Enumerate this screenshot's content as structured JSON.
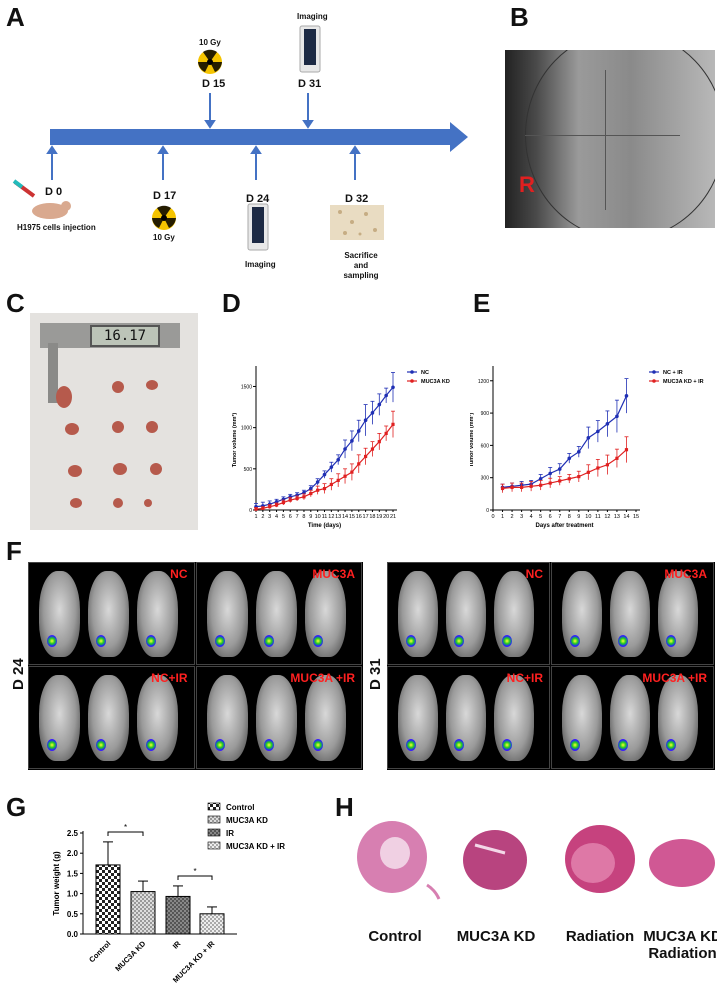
{
  "panels": {
    "A": "A",
    "B": "B",
    "C": "C",
    "D": "D",
    "E": "E",
    "F": "F",
    "G": "G",
    "H": "H"
  },
  "timeline": {
    "arrow_color": "#4472c4",
    "above": [
      {
        "day": "D 15",
        "note": "10 Gy",
        "icon": "radiation-icon"
      },
      {
        "day": "D 31",
        "note": "Imaging",
        "icon": "imaging-system-icon"
      }
    ],
    "below": [
      {
        "day": "D 0",
        "note": "H1975 cells injection",
        "icon": "mouse-syringe-icon"
      },
      {
        "day": "D 17",
        "note": "10 Gy",
        "icon": "radiation-icon"
      },
      {
        "day": "D 24",
        "note": "Imaging",
        "icon": "imaging-system-icon"
      },
      {
        "day": "D 32",
        "note": "Sacrifice and sampling",
        "icon": "histology-icon"
      }
    ]
  },
  "xray": {
    "marker": "R"
  },
  "caliper": {
    "reading": "16.17"
  },
  "imaging": {
    "left_row_label": "D 24",
    "right_row_label": "D 31",
    "groups": [
      "NC",
      "MUC3A",
      "NC+IR",
      "MUC3A +IR"
    ]
  },
  "histology": {
    "labels": [
      "Control",
      "MUC3A KD",
      "Radiation",
      "MUC3A KD\nRadiation"
    ]
  },
  "chart_data": [
    {
      "panel": "D",
      "type": "line",
      "xlabel": "Time (days)",
      "ylabel": "Tumor volume (mm³)",
      "x": [
        1,
        2,
        3,
        4,
        5,
        6,
        7,
        8,
        9,
        10,
        11,
        12,
        13,
        14,
        15,
        16,
        17,
        18,
        19,
        20,
        21
      ],
      "xlim": [
        1,
        21
      ],
      "ylim": [
        0,
        1700
      ],
      "yticks": [
        0,
        500,
        1000,
        1500
      ],
      "legend": "top-right",
      "series": [
        {
          "name": "NC",
          "color": "#1f2fb4",
          "values": [
            40,
            50,
            70,
            100,
            130,
            160,
            180,
            210,
            260,
            340,
            430,
            520,
            610,
            740,
            840,
            960,
            1090,
            1180,
            1280,
            1390,
            1490
          ],
          "errors": [
            40,
            45,
            40,
            30,
            30,
            30,
            30,
            30,
            35,
            40,
            45,
            60,
            60,
            110,
            120,
            130,
            190,
            140,
            130,
            90,
            180
          ]
        },
        {
          "name": "MUC3A KD",
          "color": "#e02020",
          "values": [
            10,
            20,
            40,
            60,
            90,
            120,
            140,
            160,
            200,
            240,
            260,
            310,
            360,
            410,
            460,
            560,
            650,
            740,
            830,
            930,
            1040
          ],
          "errors": [
            20,
            20,
            25,
            25,
            30,
            30,
            30,
            35,
            40,
            50,
            60,
            70,
            80,
            90,
            100,
            110,
            100,
            90,
            100,
            90,
            160
          ]
        }
      ]
    },
    {
      "panel": "E",
      "type": "line",
      "xlabel": "Days after treatment",
      "ylabel": "Tumor volume (mm³)",
      "x": [
        1,
        2,
        3,
        4,
        5,
        6,
        7,
        8,
        9,
        10,
        11,
        12,
        13,
        14
      ],
      "xlim": [
        0,
        15
      ],
      "ylim": [
        0,
        1300
      ],
      "yticks": [
        0,
        300,
        600,
        900,
        1200
      ],
      "xticks": [
        0,
        1,
        2,
        3,
        4,
        5,
        6,
        7,
        8,
        9,
        10,
        11,
        12,
        13,
        14,
        15
      ],
      "legend": "top-right",
      "series": [
        {
          "name": "NC + IR",
          "color": "#1f2fb4",
          "values": [
            210,
            220,
            230,
            240,
            290,
            340,
            380,
            480,
            540,
            670,
            730,
            800,
            870,
            1060
          ],
          "errors": [
            30,
            30,
            35,
            35,
            40,
            55,
            50,
            45,
            50,
            100,
            100,
            120,
            150,
            160
          ]
        },
        {
          "name": "MUC3A KD + IR",
          "color": "#e02020",
          "values": [
            200,
            210,
            210,
            220,
            230,
            250,
            270,
            290,
            310,
            350,
            390,
            420,
            480,
            560
          ],
          "errors": [
            40,
            40,
            40,
            45,
            45,
            45,
            40,
            40,
            50,
            70,
            80,
            90,
            85,
            120
          ]
        }
      ]
    },
    {
      "panel": "G",
      "type": "bar",
      "ylabel": "Tumor  weight (g)",
      "categories": [
        "Control",
        "MUC3A KD",
        "IR",
        "MUC3A KD + IR"
      ],
      "values": [
        1.71,
        1.05,
        0.93,
        0.5
      ],
      "errors": [
        0.57,
        0.26,
        0.26,
        0.17
      ],
      "ylim": [
        0,
        2.5
      ],
      "yticks": [
        "0.0",
        "0.5",
        "1.0",
        "1.5",
        "2.0",
        "2.5"
      ],
      "legend": "top-right",
      "significance": [
        {
          "between": [
            "Control",
            "MUC3A KD"
          ],
          "label": "*"
        },
        {
          "between": [
            "IR",
            "MUC3A KD + IR"
          ],
          "label": "*"
        }
      ]
    }
  ]
}
